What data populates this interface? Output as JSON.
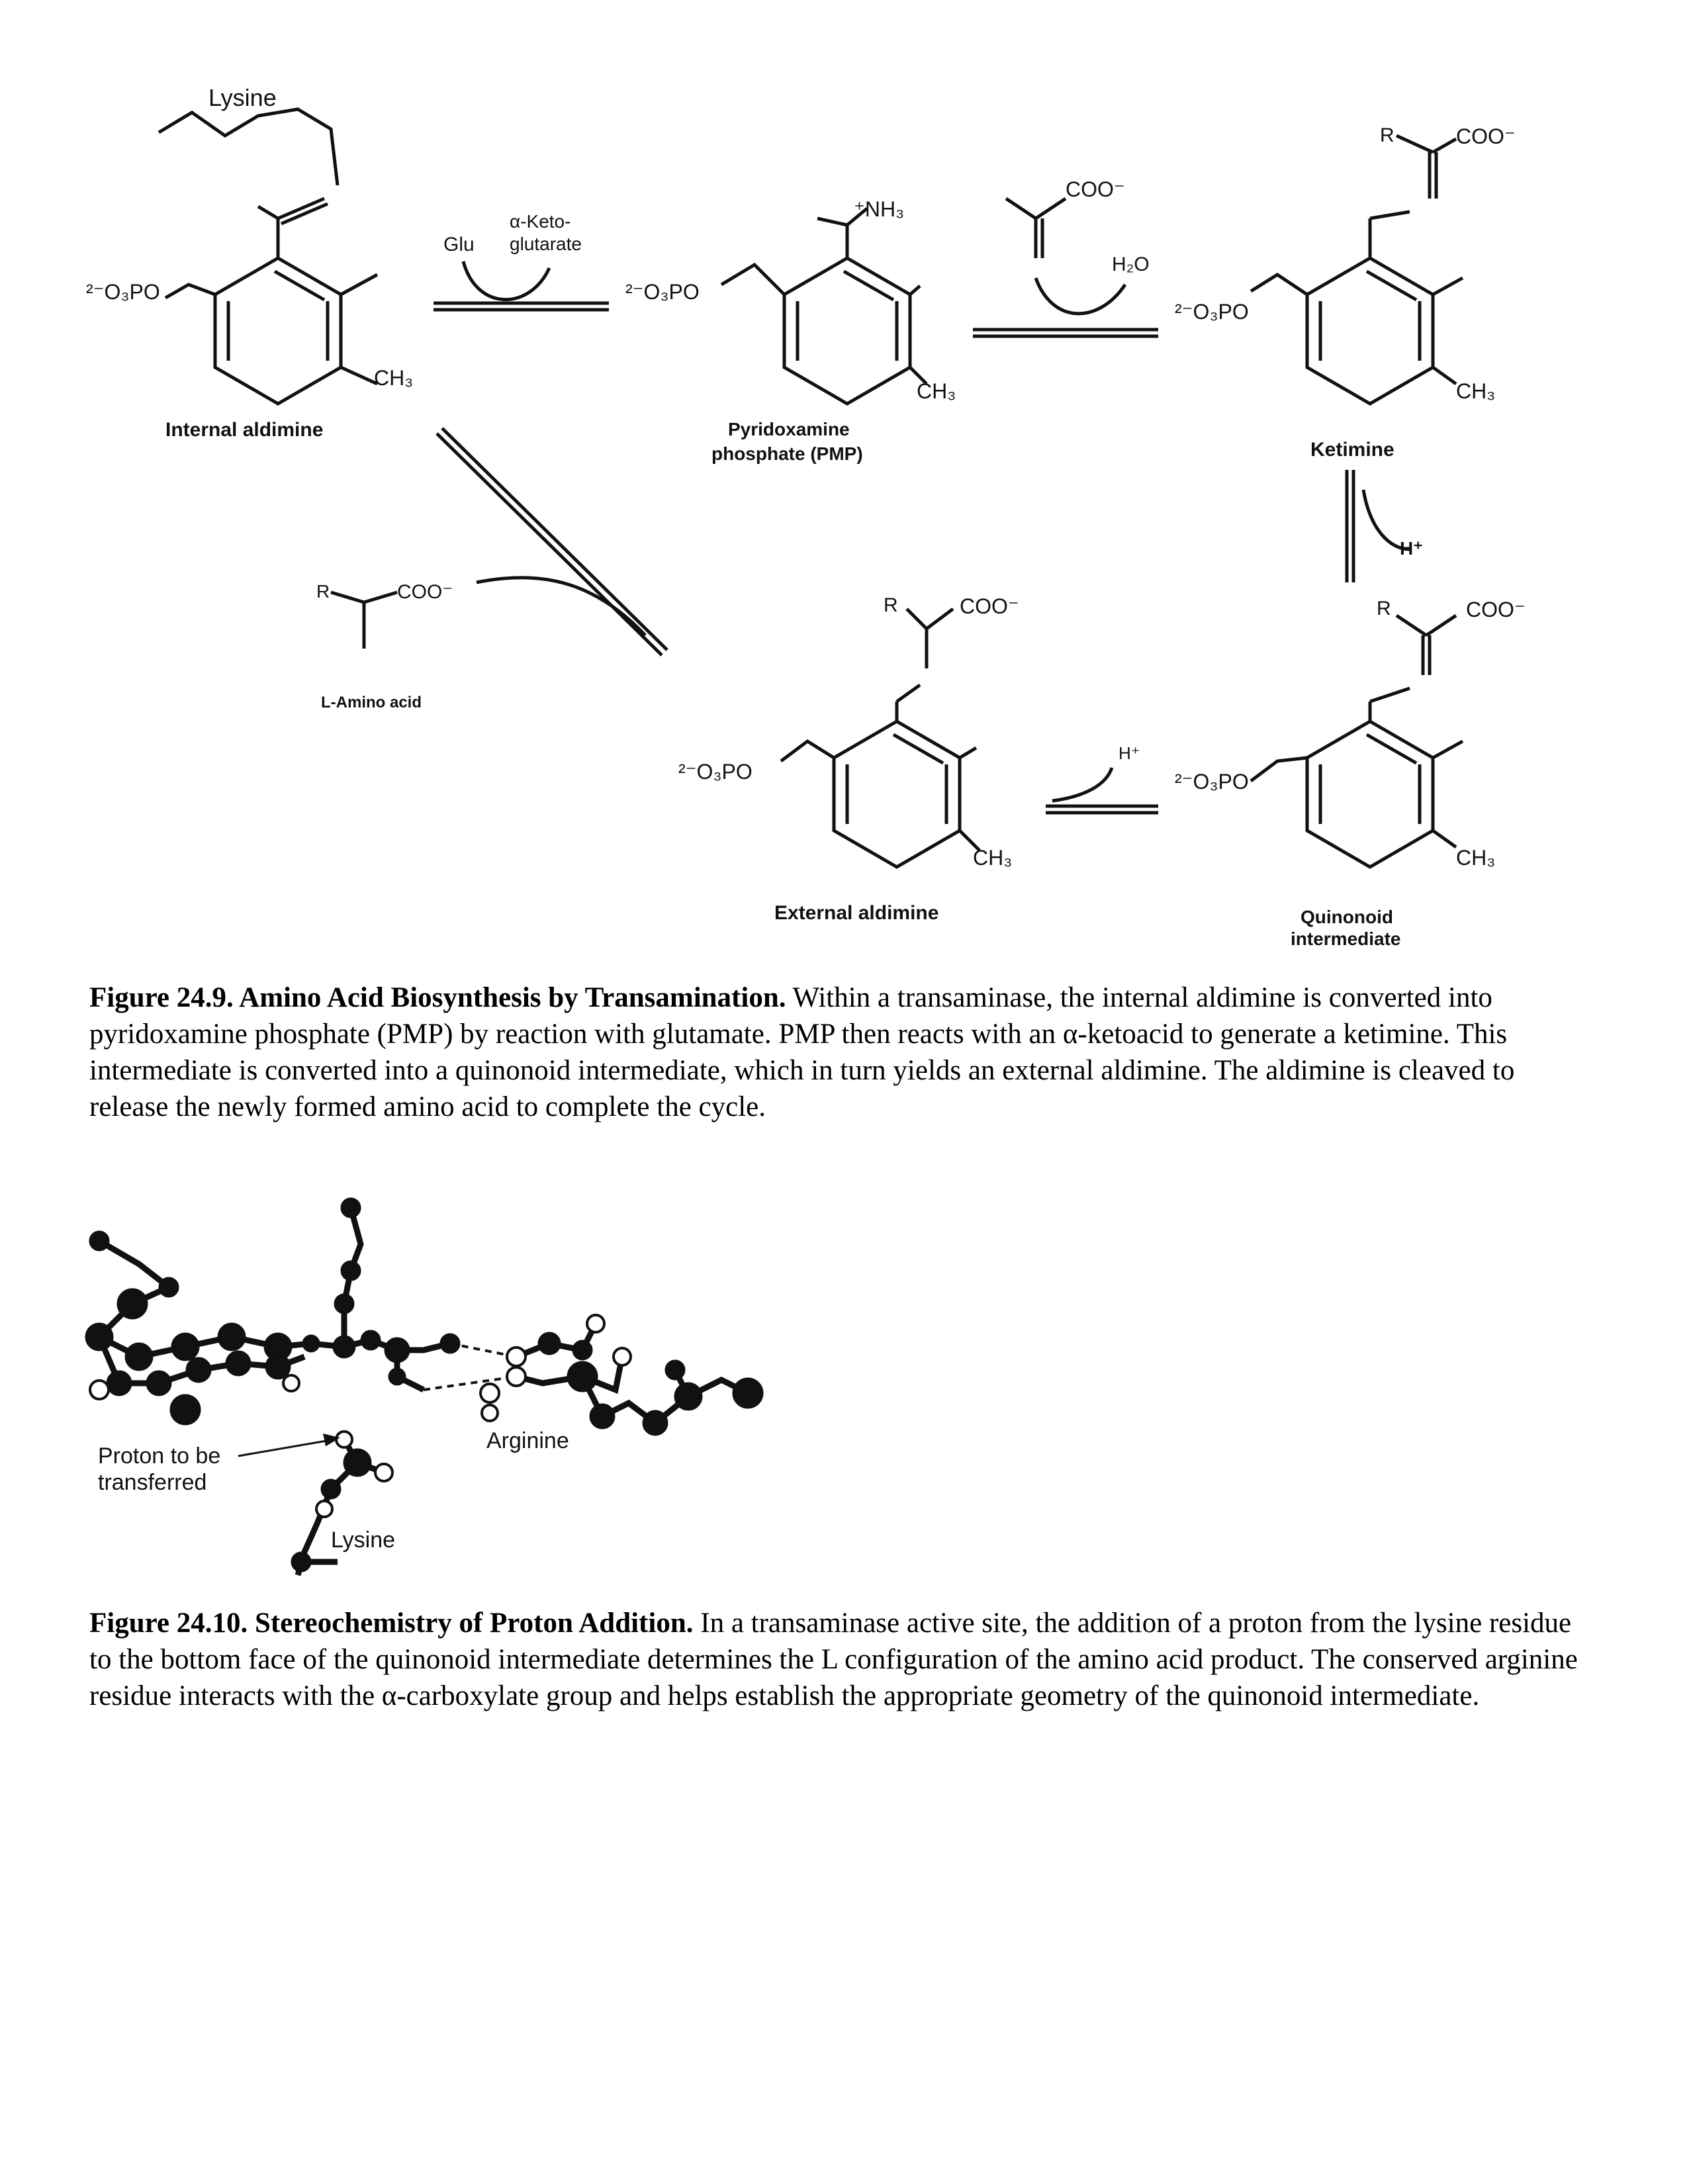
{
  "figure_24_9": {
    "labels": {
      "lysine": "Lysine",
      "internal_aldimine": "Internal aldimine",
      "glu": "Glu",
      "ketoglutarate": "α-Keto-\nglutarate",
      "pmp_line1": "Pyridoxamine",
      "pmp_line2": "phosphate (PMP)",
      "ketimine": "Ketimine",
      "amino_acid": "L-Amino acid",
      "external_aldimine": "External aldimine",
      "quinonoid_line1": "Quinonoid",
      "quinonoid_line2": "intermediate",
      "h2o": "H₂O",
      "h_plus_ketimine": "H⁺",
      "h_plus_external": "H⁺",
      "phosphate": "²⁻O₃PO",
      "coo": "COO⁻",
      "nh3": "⁺NH₃",
      "ch3": "CH₃",
      "r": "R"
    },
    "caption": {
      "bold": "Figure 24.9. Amino Acid Biosynthesis by Transamination.",
      "text": " Within a transaminase, the internal aldimine is converted into pyridoxamine phosphate (PMP) by reaction with glutamate. PMP then reacts with an α-ketoacid to generate a ketimine. This intermediate is converted into a quinonoid intermediate, which in turn yields an external aldimine. The aldimine is cleaved to release the newly formed amino acid to complete the cycle."
    }
  },
  "figure_24_10": {
    "labels": {
      "proton": "Proton to be\ntransferred",
      "arginine": "Arginine",
      "lysine": "Lysine"
    },
    "caption": {
      "bold": "Figure 24.10. Stereochemistry of Proton Addition.",
      "text": " In a transaminase active site, the addition of a proton from the lysine residue to the bottom face of the quinonoid intermediate determines the L configuration of the amino acid product. The conserved arginine residue interacts with the α-carboxylate group and helps establish the appropriate geometry of the quinonoid intermediate."
    }
  }
}
